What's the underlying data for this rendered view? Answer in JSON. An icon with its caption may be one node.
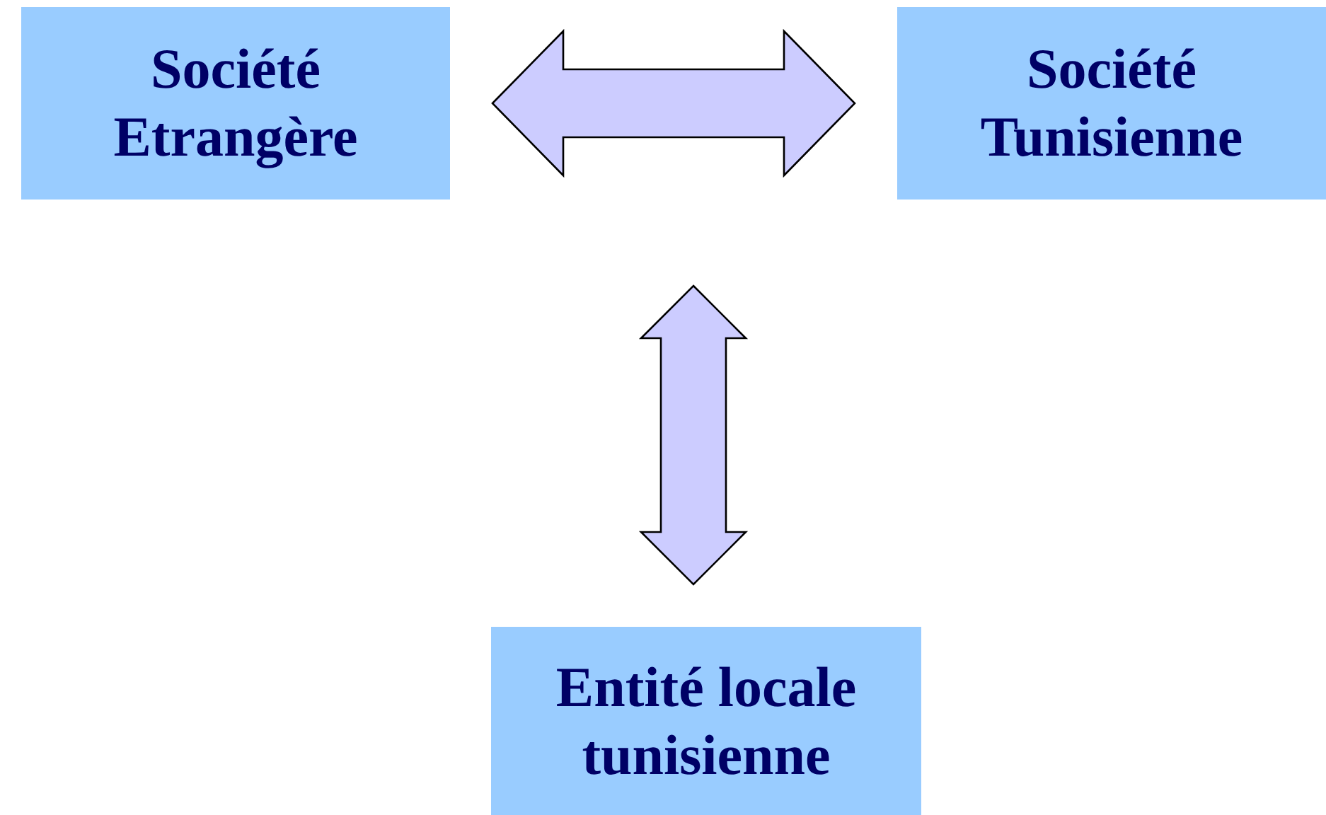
{
  "diagram": {
    "nodes": [
      {
        "text": [
          "Société Etrangère"
        ]
      },
      {
        "text": [
          "Société Tunisienne"
        ]
      },
      {
        "text": [
          "Entité locale tunisienne"
        ]
      }
    ],
    "edges": [
      {
        "from": 0,
        "to": 1,
        "arrow": "both"
      },
      {
        "from": null,
        "to": 2,
        "arrow": "both"
      }
    ]
  }
}
